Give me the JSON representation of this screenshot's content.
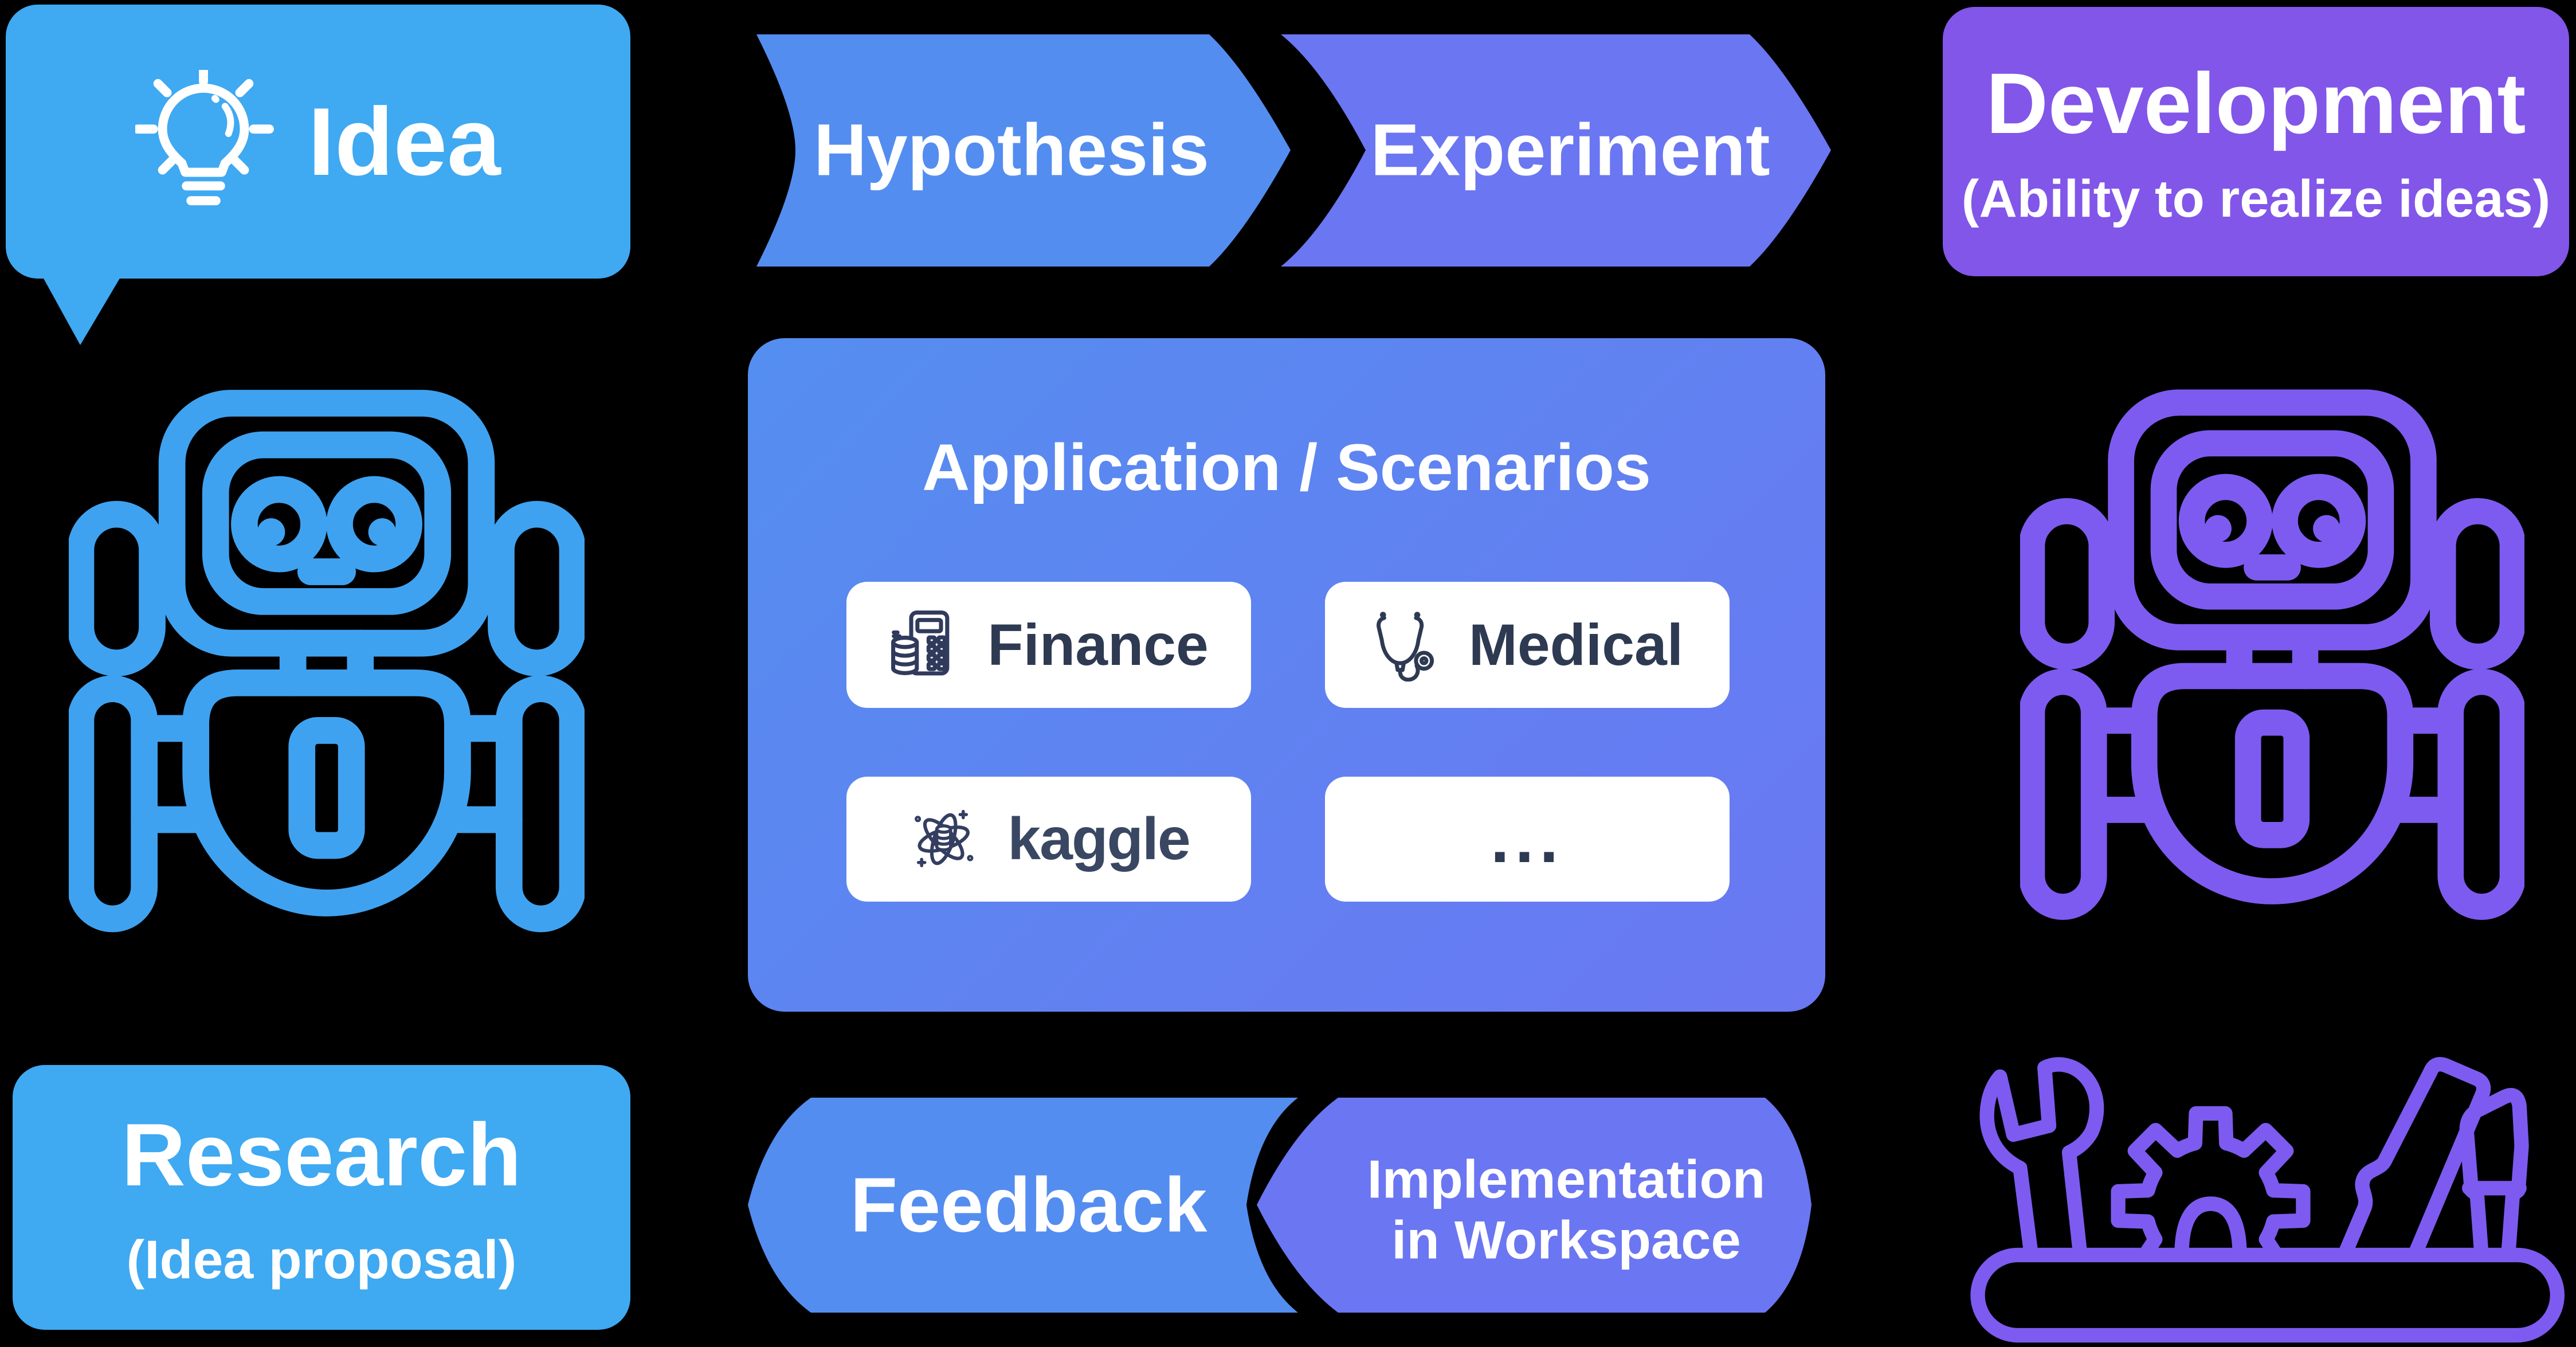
{
  "idea": {
    "label": "Idea",
    "icon": "lightbulb-icon"
  },
  "flow_top": [
    {
      "label": "Hypothesis"
    },
    {
      "label": "Experiment"
    }
  ],
  "development": {
    "title": "Development",
    "subtitle": "(Ability to realize ideas)"
  },
  "applications": {
    "title": "Application / Scenarios",
    "cards": [
      {
        "label": "Finance",
        "icon": "calculator-coins-icon"
      },
      {
        "label": "Medical",
        "icon": "stethoscope-icon"
      },
      {
        "label": "kaggle",
        "icon": "data-atom-icon"
      },
      {
        "label": "...",
        "icon": "none"
      }
    ]
  },
  "research": {
    "title": "Research",
    "subtitle": "(Idea proposal)"
  },
  "flow_bottom": [
    {
      "label": "Feedback"
    },
    {
      "label": "Implementation in Workspace",
      "line1": "Implementation",
      "line2": "in Workspace"
    }
  ],
  "agents": {
    "left": "robot-icon-blue",
    "right": "robot-icon-purple",
    "bottom_right": "tools-icon"
  },
  "colors": {
    "background": "#000000",
    "blue_box": "#3FA9F2",
    "blue_robot": "#3FA2F0",
    "arrow_blue": "#548DF0",
    "arrow_purple": "#6B76F2",
    "purple_box": "#8156E9",
    "purple_robot": "#7D5BF0",
    "panel_gradient_start": "#548EF0",
    "panel_gradient_end": "#6B77F2",
    "card_background": "#FFFFFF",
    "card_text": "#2E3A52",
    "text_white": "#FFFFFF"
  }
}
